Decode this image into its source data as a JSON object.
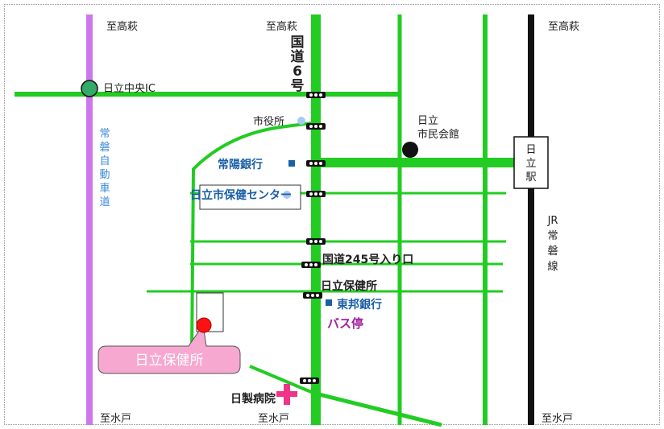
{
  "directions": {
    "north_left": "至高萩",
    "north_center": "至高萩",
    "north_right": "至高萩",
    "south_left": "至水戸",
    "south_center": "至水戸",
    "south_right": "至水戸"
  },
  "roads": {
    "route6": [
      "国",
      "道",
      "6",
      "号"
    ],
    "expressway": [
      "常",
      "磐",
      "自",
      "動",
      "車",
      "道"
    ],
    "jr_line": [
      "JR",
      "常",
      "磐",
      "線"
    ],
    "route245": "国道245号入り口"
  },
  "landmarks": {
    "hitachi_ic": "日立中央IC",
    "city_hall": "市役所",
    "civic_hall": [
      "日立",
      "市民会館"
    ],
    "station": [
      "日",
      "立",
      "駅"
    ],
    "joyo_bank": "常陽銀行",
    "health_center": "日立市保健センター",
    "hoken_label": "日立保健所",
    "toho_bank": "東邦銀行",
    "bus_stop": "バス停",
    "hitachi_hospital": "日製病院"
  },
  "callout": {
    "label": "日立保健所"
  },
  "colors": {
    "road_green": "#22cc22",
    "expressway_purple": "#cc77ee",
    "rail_black": "#111111",
    "callout_pink": "#f7a8d0",
    "marker_red": "#ff1111",
    "hospital_cross": "#ee3388",
    "bank_blue": "#1a5fa8"
  }
}
